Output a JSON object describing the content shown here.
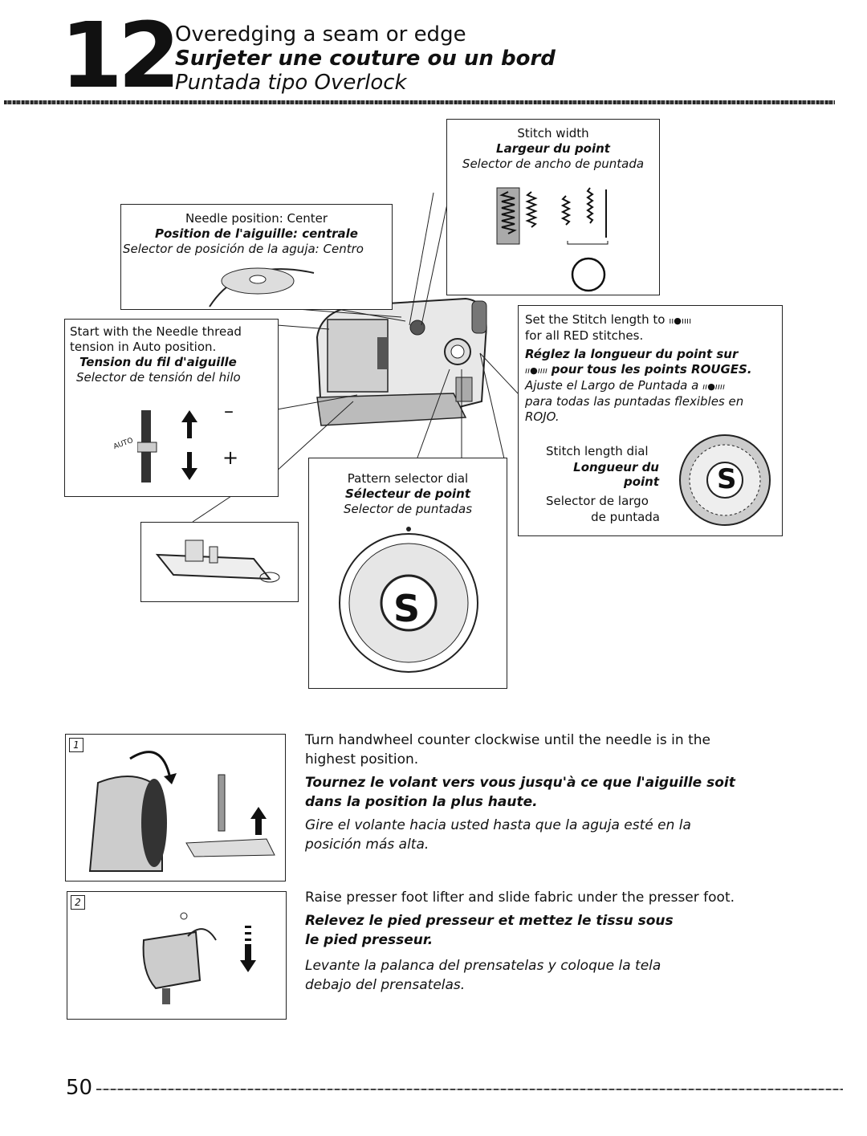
{
  "header": {
    "chapter_number": "12",
    "title_en": "Overedging a seam or edge",
    "title_fr": "Surjeter une couture ou un bord",
    "title_es": "Puntada tipo Overlock"
  },
  "stitch_width": {
    "en": "Stitch width",
    "fr": "Largeur du point",
    "es": "Selector de ancho de puntada"
  },
  "needle_position": {
    "en": "Needle position: Center",
    "fr": "Position de l'aiguille: centrale",
    "es": "Selector de posición de la aguja: Centro"
  },
  "thread_tension": {
    "en_line1": "Start with the Needle thread",
    "en_line2": "tension in Auto position.",
    "fr": "Tension du fil d'aiguille",
    "es": "Selector de tensión del hilo",
    "minus": "–",
    "plus": "+",
    "auto": "AUTO"
  },
  "stitch_length_note": {
    "en_line1": "Set the Stitch length to",
    "en_line2": "for all RED stitches.",
    "fr_line1": "Réglez la longueur du point sur",
    "fr_line2": "pour tous les points ROUGES.",
    "es_line1": "Ajuste el Largo de Puntada a",
    "es_line2": "para todas las puntadas flexibles en",
    "es_line3": "ROJO."
  },
  "stitch_length_dial": {
    "en": "Stitch length dial",
    "fr_line1": "Longueur du",
    "fr_line2": "point",
    "es_line1": "Selector de largo",
    "es_line2": "de puntada",
    "dial_letter": "S"
  },
  "pattern_selector": {
    "en": "Pattern selector dial",
    "fr": "Sélecteur de point",
    "es": "Selector de puntadas",
    "dial_letter": "S"
  },
  "steps": [
    {
      "number": "1",
      "en_line1": "Turn handwheel counter clockwise until the needle is in the",
      "en_line2": "highest position.",
      "fr_line1": "Tournez le volant vers vous jusqu'à ce que l'aiguille soit",
      "fr_line2": "dans la position la plus haute.",
      "es_line1": "Gire el volante hacia usted hasta que la aguja esté en la",
      "es_line2": "posición más alta."
    },
    {
      "number": "2",
      "en_line1": "Raise presser foot lifter and slide fabric under the presser foot.",
      "fr_line1": "Relevez le pied presseur et mettez le tissu sous",
      "fr_line2": "le pied presseur.",
      "es_line1": "Levante la palanca del prensatelas y coloque la tela",
      "es_line2": "debajo del prensatelas."
    }
  ],
  "page_number": "50"
}
